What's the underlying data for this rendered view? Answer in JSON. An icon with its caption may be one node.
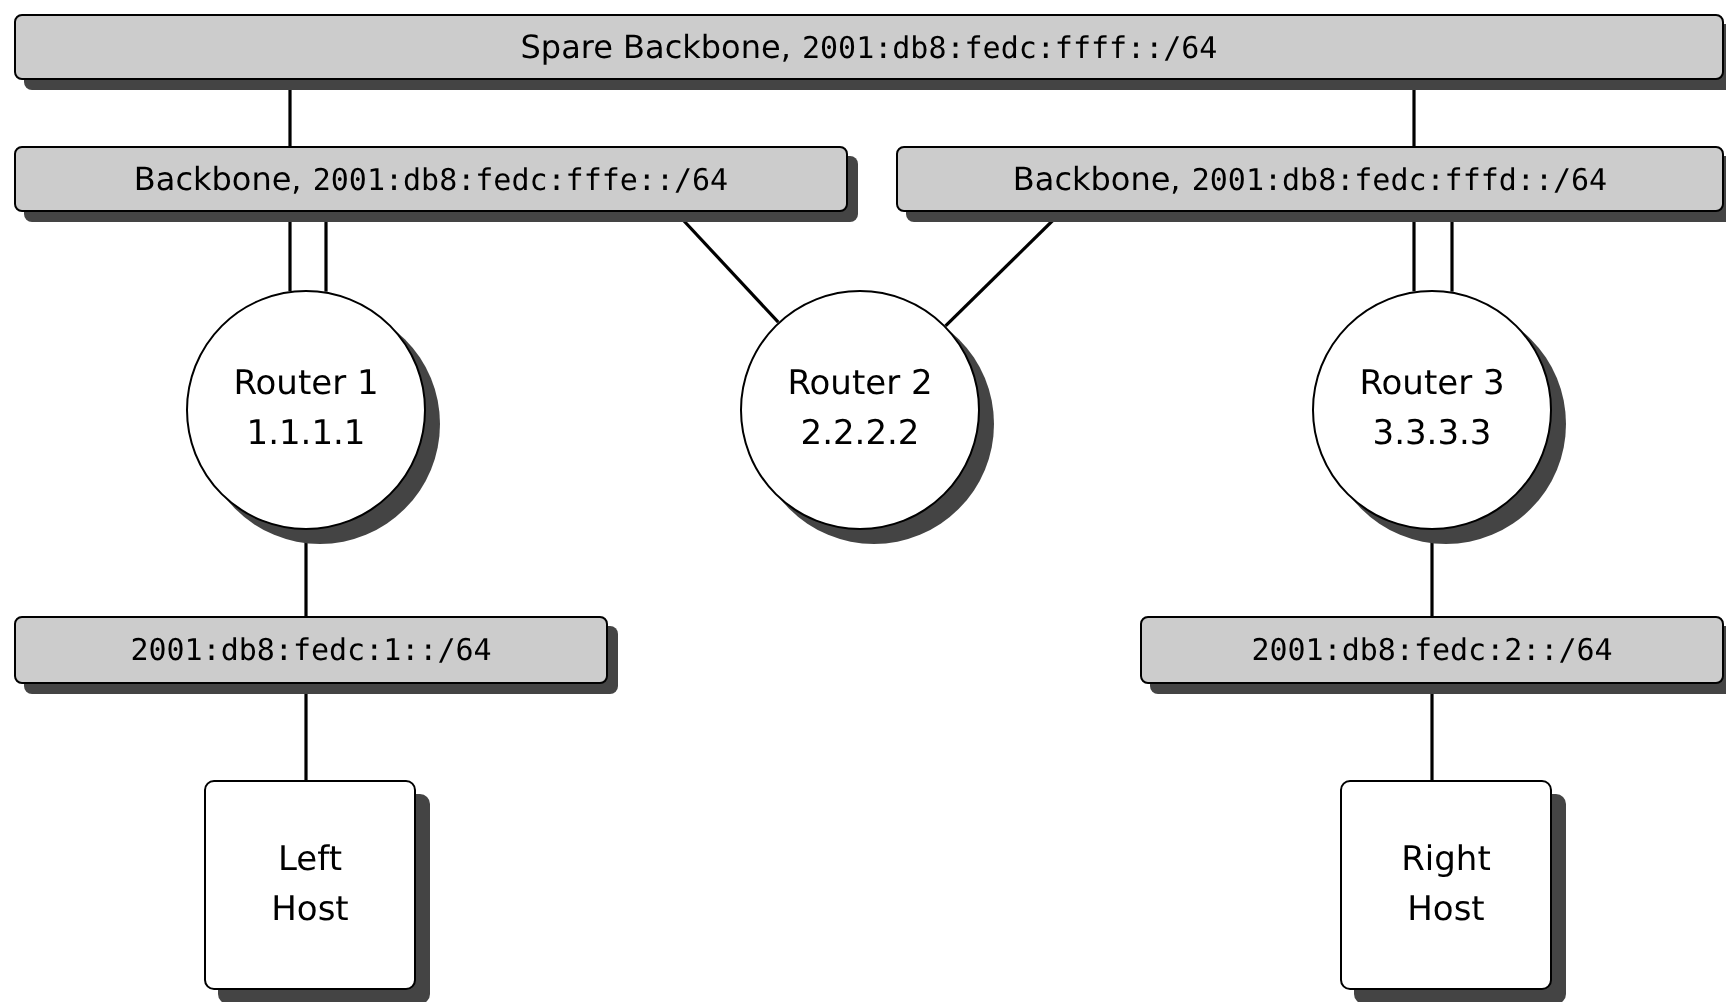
{
  "diagram": {
    "nodes": [
      {
        "text": [
          "Spare Backbone,",
          "2001:db8:fedc:ffff::/64"
        ]
      },
      {
        "text": [
          "Backbone,",
          "2001:db8:fedc:fffe::/64"
        ]
      },
      {
        "text": [
          "Backbone,",
          "2001:db8:fedc:fffd::/64"
        ]
      },
      {
        "text": [
          "Router 1",
          "1.1.1.1"
        ]
      },
      {
        "text": [
          "Router 2",
          "2.2.2.2"
        ]
      },
      {
        "text": [
          "Router 3",
          "3.3.3.3"
        ]
      },
      {
        "text": [
          "2001:db8:fedc:1::/64"
        ]
      },
      {
        "text": [
          "2001:db8:fedc:2::/64"
        ]
      },
      {
        "text": [
          "Left Host"
        ]
      },
      {
        "text": [
          "Right Host"
        ]
      }
    ],
    "edges": [
      {
        "from": 0,
        "to": 1,
        "arrow": "none"
      },
      {
        "from": 0,
        "to": 2,
        "arrow": "none"
      },
      {
        "from": 1,
        "to": 3,
        "arrow": "none"
      },
      {
        "from": 1,
        "to": 3,
        "arrow": "none"
      },
      {
        "from": 1,
        "to": 4,
        "arrow": "none"
      },
      {
        "from": 2,
        "to": 4,
        "arrow": "none"
      },
      {
        "from": 2,
        "to": 5,
        "arrow": "none"
      },
      {
        "from": 2,
        "to": 5,
        "arrow": "none"
      },
      {
        "from": 3,
        "to": 6,
        "arrow": "none"
      },
      {
        "from": 6,
        "to": 8,
        "arrow": "none"
      },
      {
        "from": 5,
        "to": 7,
        "arrow": "none"
      },
      {
        "from": 7,
        "to": 9,
        "arrow": "none"
      }
    ]
  }
}
